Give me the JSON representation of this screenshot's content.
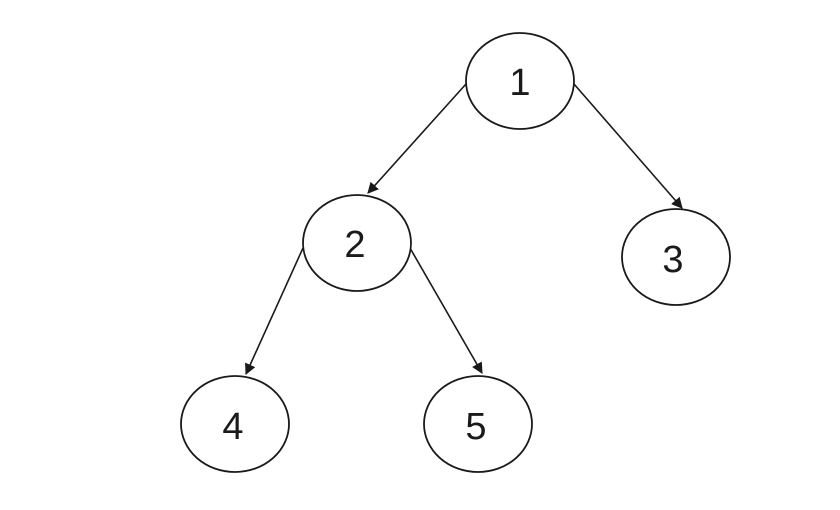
{
  "diagram": {
    "type": "binary-tree",
    "stroke_color": "#1a1a1a",
    "background_color": "#ffffff",
    "nodes": [
      {
        "id": "1",
        "label": "1"
      },
      {
        "id": "2",
        "label": "2"
      },
      {
        "id": "3",
        "label": "3"
      },
      {
        "id": "4",
        "label": "4"
      },
      {
        "id": "5",
        "label": "5"
      }
    ],
    "edges": [
      {
        "from": "1",
        "to": "2"
      },
      {
        "from": "1",
        "to": "3"
      },
      {
        "from": "2",
        "to": "4"
      },
      {
        "from": "2",
        "to": "5"
      }
    ]
  }
}
